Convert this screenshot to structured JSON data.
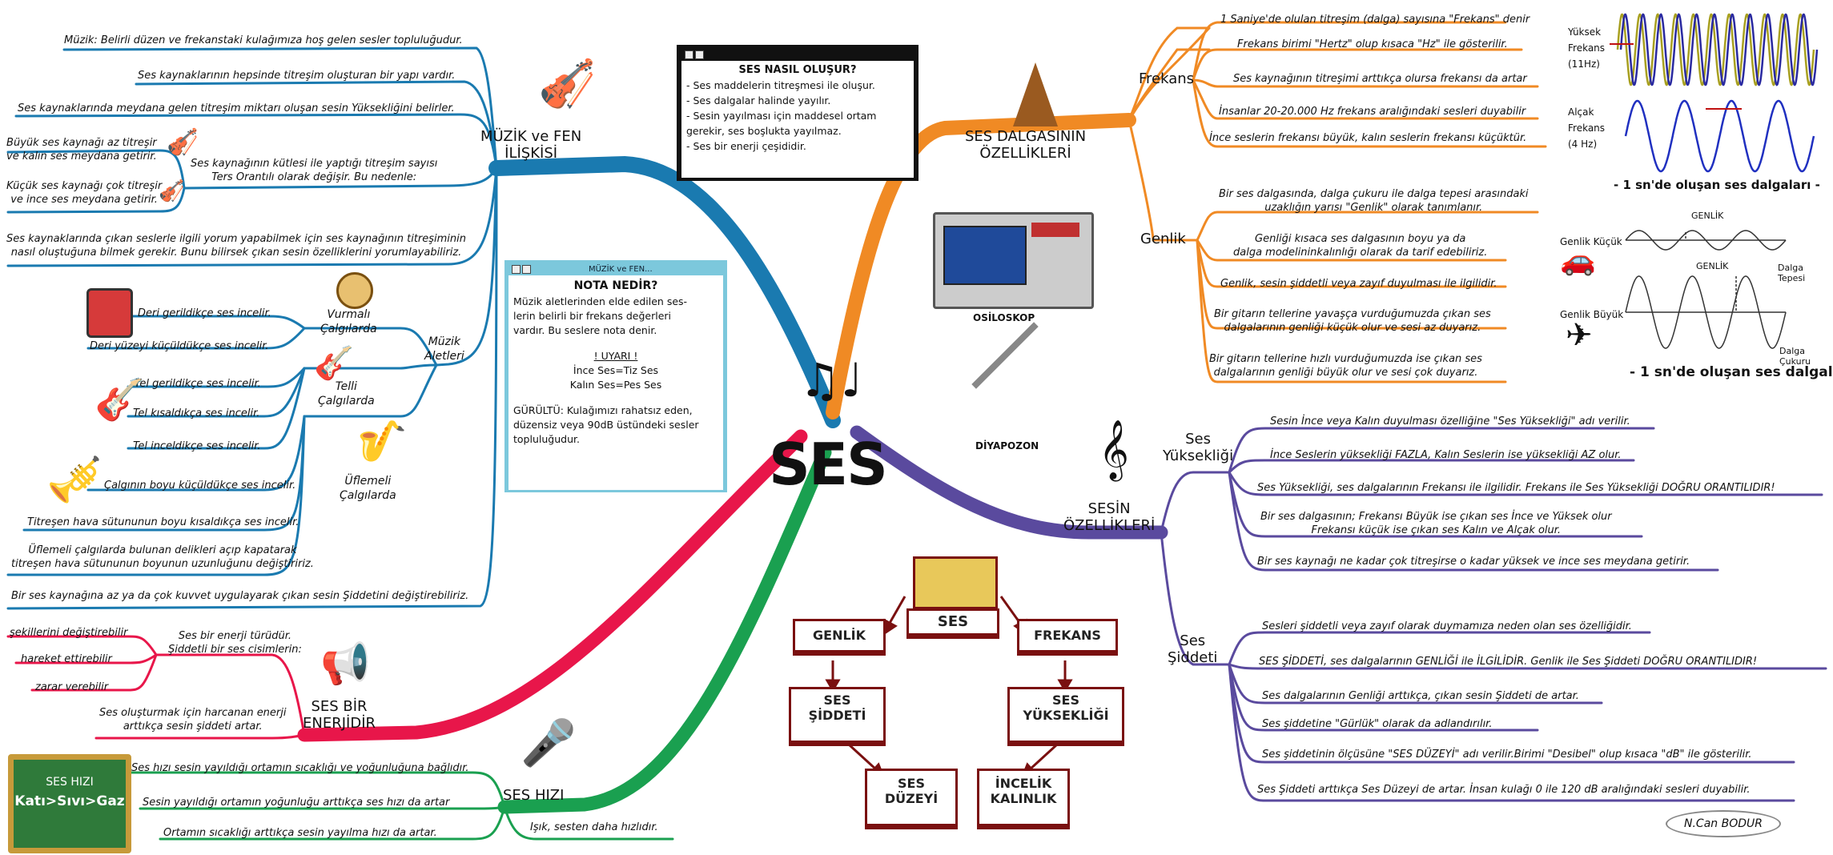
{
  "center": "SES",
  "nodes": {
    "muzik": "MÜZİK ve FEN\nİLİŞKİSİ",
    "enerji": "SES BİR\nENERJİDİR",
    "hiz": "SES HIZI",
    "dalga": "SES DALGASININ\nÖZELLİKLERİ",
    "frekans": "Frekans",
    "genlik": "Genlik",
    "sesin": "SESİN\nÖZELLİKLERİ",
    "yuksek": "Ses\nYüksekliği",
    "siddet": "Ses\nŞiddeti",
    "aletler": "Müzik\nAletleri",
    "vurmali": "Vurmalı\nÇalgılarda",
    "telli": "Telli\nÇalgılarda",
    "uflemeli": "Üflemeli\nÇalgılarda"
  },
  "muzik_items": [
    "Müzik: Belirli düzen ve frekanstaki kulağımıza hoş gelen sesler topluluğudur.",
    "Ses kaynaklarının hepsinde titreşim oluşturan bir yapı vardır.",
    "Ses kaynaklarında meydana gelen titreşim miktarı oluşan sesin Yüksekliğini belirler.",
    "Ses kaynağının kütlesi ile yaptığı titreşim sayısı\nTers Orantılı olarak değişir. Bu nedenle:",
    "Büyük ses kaynağı az titreşir\nve kalın ses meydana getirir.",
    "Küçük ses kaynağı çok titreşir\nve ince ses meydana getirir.",
    "Ses kaynaklarında çıkan seslerle ilgili yorum yapabilmek için ses kaynağının titreşiminin\nnasıl oluştuğuna bilmek gerekir. Bunu bilirsek çıkan sesin özelliklerini yorumlayabiliriz.",
    "Bir ses kaynağına az ya da çok kuvvet uygulayarak çıkan sesin Şiddetini değiştirebiliriz."
  ],
  "vurmali_items": [
    "Deri gerildikçe ses incelir.",
    "Deri yüzeyi küçüldükçe ses incelir."
  ],
  "telli_items": [
    "Tel gerildikçe ses incelir.",
    "Tel kısaldıkça ses incelir.",
    "Tel inceldikçe ses incelir."
  ],
  "uflemeli_items": [
    "Çalgının boyu küçüldükçe ses incelir.",
    "Titreşen hava sütununun boyu kısaldıkça ses incelir.",
    "Üflemeli çalgılarda bulunan delikleri açıp kapatarak\ntitreşen hava sütununun boyunun uzunluğunu değiştiririz."
  ],
  "enerji_items": [
    "Ses bir enerji türüdür.\nŞiddetli bir ses cisimlerin:",
    "şekillerini değiştirebilir",
    "hareket ettirebilir",
    "zarar verebilir",
    "Ses oluşturmak için harcanan enerji\narttıkça sesin şiddeti artar."
  ],
  "hiz_items": [
    "Ses hızı sesin yayıldığı ortamın sıcaklığı ve yoğunluğuna bağlıdır.",
    "Sesin yayıldığı ortamın yoğunluğu arttıkça ses hızı da artar",
    "Ortamın sıcaklığı arttıkça sesin yayılma hızı da artar.",
    "Işık, sesten daha hızlıdır."
  ],
  "frekans_items": [
    "1 Saniye'de olulan titreşim (dalga) sayısına \"Frekans\" denir",
    "Frekans birimi \"Hertz\" olup kısaca \"Hz\" ile gösterilir.",
    "Ses kaynağının titreşimi arttıkça olursa frekansı da artar",
    "İnsanlar 20-20.000 Hz frekans aralığındaki sesleri duyabilir",
    "İnce seslerin frekansı büyük, kalın seslerin frekansı küçüktür."
  ],
  "genlik_items": [
    "Bir ses dalgasında, dalga çukuru ile dalga tepesi arasındaki\nuzaklığın yarısı \"Genlik\" olarak tanımlanır.",
    "Genliği kısaca ses dalgasının boyu ya da\ndalga modelininkalınlığı olarak da tarif edebiliriz.",
    "Genlik, sesin şiddetli veya zayıf duyulması ile ilgilidir.",
    "Bir gitarın tellerine yavaşça vurduğumuzda çıkan ses\ndalgalarının genliği küçük olur ve sesi az duyarız.",
    "Bir gitarın tellerine hızlı vurduğumuzda ise çıkan ses\ndalgalarının genliği büyük olur ve sesi çok duyarız."
  ],
  "yuksek_items": [
    "Sesin İnce veya Kalın duyulması özelliğine \"Ses Yüksekliği\" adı verilir.",
    "İnce Seslerin yüksekliği FAZLA, Kalın Seslerin ise yüksekliği AZ olur.",
    "Ses Yüksekliği, ses dalgalarının Frekansı ile ilgilidir. Frekans ile Ses Yüksekliği DOĞRU ORANTILIDIR!",
    "Bir ses dalgasının; Frekansı Büyük ise çıkan ses İnce ve Yüksek olur\nFrekansı küçük ise çıkan ses Kalın ve Alçak olur.",
    "Bir ses kaynağı ne kadar çok titreşirse o kadar yüksek ve ince ses meydana getirir."
  ],
  "siddet_items": [
    "Sesleri şiddetli veya zayıf olarak duymamıza neden olan ses özelliğidir.",
    "SES ŞİDDETİ, ses dalgalarının GENLİĞİ ile İLGİLİDİR. Genlik ile Ses Şiddeti DOĞRU ORANTILIDIR!",
    "Ses dalgalarının Genliği arttıkça, çıkan sesin Şiddeti de artar.",
    "Ses şiddetine \"Gürlük\" olarak da adlandırılır.",
    "Ses şiddetinin ölçüsüne \"SES DÜZEYİ\" adı verilir.Birimi \"Desibel\" olup kısaca \"dB\" ile gösterilir.",
    "Ses Şiddeti arttıkça Ses Düzeyi de artar. İnsan kulağı 0 ile 120 dB aralığındaki sesleri duyabilir."
  ],
  "olusur_box": {
    "title": "SES NASIL OLUŞUR?",
    "lines": [
      "- Ses maddelerin titreşmesi ile oluşur.",
      "- Ses dalgalar halinde yayılır.",
      "- Sesin yayılması için maddesel ortam\ngerekir, ses boşlukta yayılmaz.",
      "- Ses bir enerji çeşididir."
    ]
  },
  "nota_box": {
    "window_title": "MÜZİK ve FEN...",
    "title": "NOTA NEDİR?",
    "body": "Müzik aletlerinden elde edilen ses-\nlerin belirli bir frekans değerleri\nvardır. Bu seslere nota denir.",
    "warn_title": "! UYARI !",
    "warn_lines": [
      "İnce Ses=Tiz Ses",
      "Kalın Ses=Pes Ses"
    ],
    "gurultu": "GÜRÜLTÜ: Kulağımızı rahatsız eden,\ndüzensiz veya 90dB üstündeki sesler\ntopluluğudur."
  },
  "hiz_board": {
    "title": "SES HIZI",
    "text": "Katı>Sıvı>Gaz"
  },
  "labels": {
    "osiloskop": "OSİLOSKOP",
    "diyapozon": "DİYAPOZON",
    "yuksek_frekans": "Yüksek\nFrekans\n(11Hz)",
    "alcak_frekans": "Alçak\nFrekans\n(4 Hz)",
    "wave_caption": "- 1 sn'de oluşan ses dalgaları -",
    "genlik_kucuk": "Genlik Küçük",
    "genlik_buyuk": "Genlik Büyük",
    "genlik_mark": "GENLİK",
    "dalga_tepesi": "Dalga\nTepesi",
    "dalga_cukuru": "Dalga\nÇukuru",
    "signature": "N.Can BODUR"
  },
  "books": {
    "ses": "SES",
    "genlik": "GENLİK",
    "frekans": "FREKANS",
    "siddet": "SES\nŞİDDETİ",
    "yukseklik": "SES\nYÜKSEKLİĞİ",
    "duzey": "SES\nDÜZEYİ",
    "incelik": "İNCELİK\nKALINLIK"
  },
  "colors": {
    "muzik": "#1a7ab0",
    "dalga": "#f08a24",
    "sesin": "#5a4a9e",
    "enerji": "#e8164a",
    "hiz": "#1aa050",
    "book": "#7a1010"
  }
}
